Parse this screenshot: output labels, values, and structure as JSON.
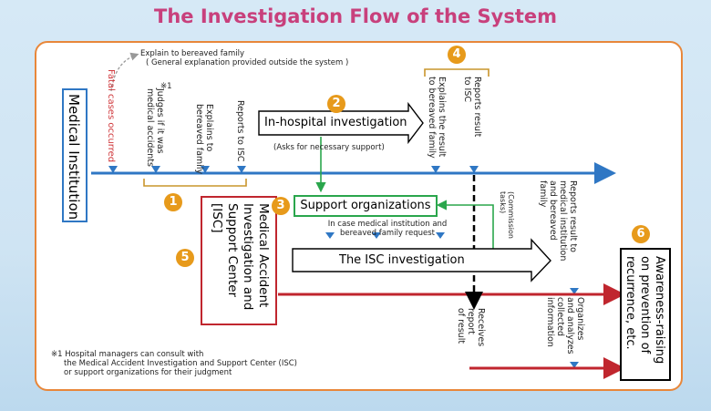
{
  "title": "The Investigation Flow of the System",
  "medical_institution": "Medical Institution",
  "isc_box": [
    "Medical Accident",
    "Investigation and",
    "Support Center",
    "[ISC]"
  ],
  "support_orgs": "Support organizations",
  "awareness": [
    "Awareness-raising",
    "on prevention of",
    "recurrence, etc."
  ],
  "explain_note": "Explain to bereaved family",
  "explain_note_sub": "( General explanation provided outside the system )",
  "fatal": "Fatal cases occurred",
  "judges": [
    "Judges if it was",
    "medical accidents"
  ],
  "note_mark": "※1",
  "explains_bereaved": [
    "Explains to",
    "bereaved family"
  ],
  "reports_isc": "Reports to ISC",
  "inhospital": "In-hospital investigation",
  "asks_support": "(Asks for necessary support)",
  "explains_result": [
    "Explains the result",
    "to bereaved family"
  ],
  "reports_result": [
    "Reports result",
    "to ISC"
  ],
  "commission": [
    "(Commission",
    "tasks)"
  ],
  "in_case": [
    "In case medical institution and",
    "bereaved family request"
  ],
  "isc_investigation": "The ISC investigation",
  "reports_result_med": [
    "Reports result to",
    "medical institution",
    "and bereaved",
    "family"
  ],
  "receives": [
    "Receives",
    "report",
    "of result"
  ],
  "organizes": [
    "Organizes",
    "and analyzes",
    "collected",
    "information"
  ],
  "footnote": [
    "※1 Hospital managers can consult with",
    "the Medical Accident Investigation and Support Center (ISC)",
    "or support organizations for their judgment"
  ],
  "numbers": [
    "1",
    "2",
    "3",
    "4",
    "5",
    "6"
  ],
  "colors": {
    "blue": "#2f77c4",
    "red": "#c0262e",
    "green": "#2aa64c",
    "orange": "#e79a1b",
    "title": "#c8407c"
  }
}
